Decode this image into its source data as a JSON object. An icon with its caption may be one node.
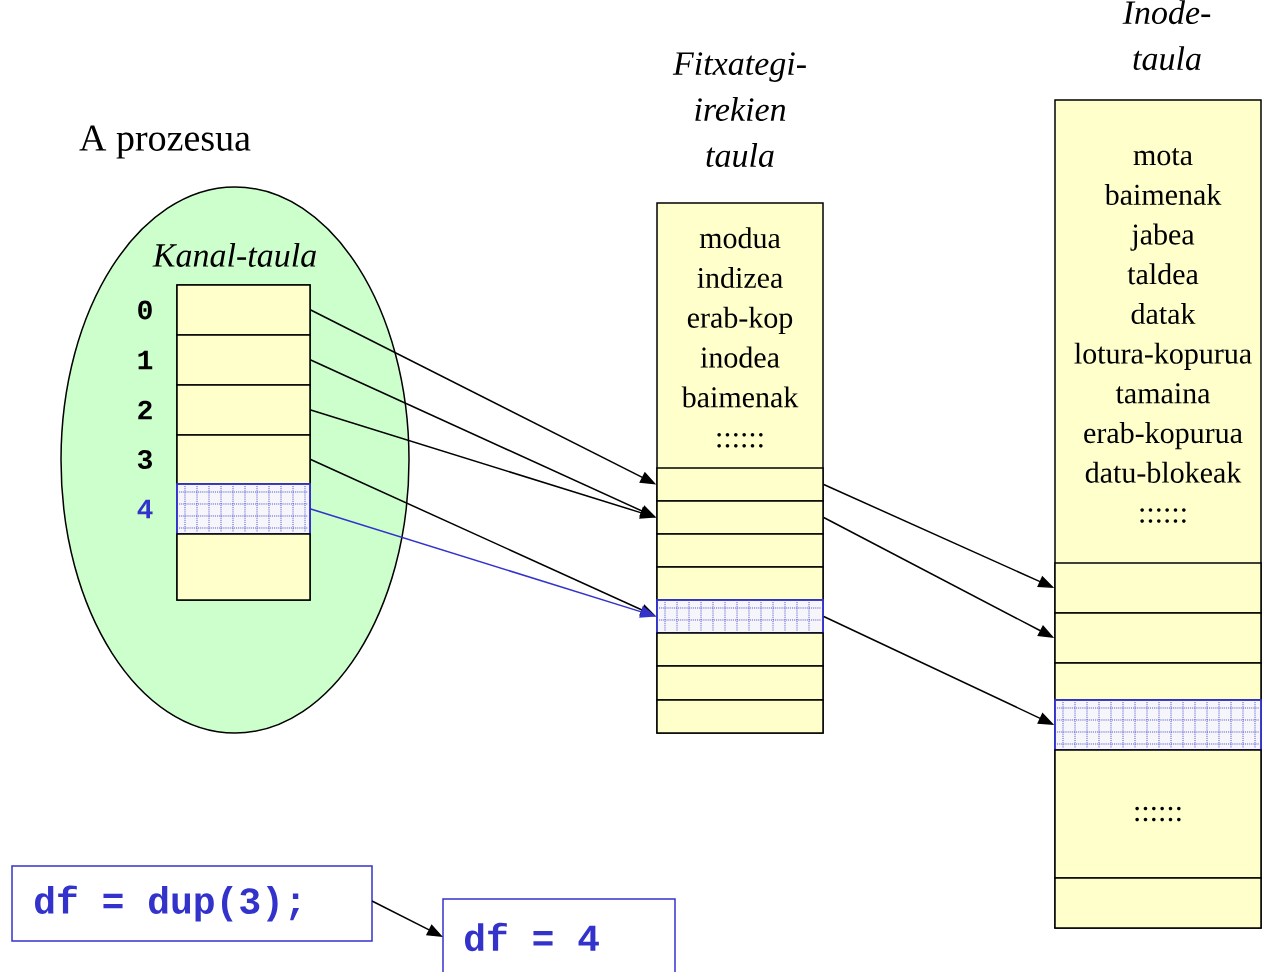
{
  "diagram": {
    "nodes": [
      {
        "text": [
          "A prozesua"
        ]
      },
      {
        "text": [
          "Kanal-taula"
        ],
        "in": 0
      },
      {
        "text": [],
        "shape": "box",
        "in": 1,
        "beside": [
          "0"
        ]
      },
      {
        "text": [],
        "shape": "box",
        "in": 1,
        "beside": [
          "1"
        ]
      },
      {
        "text": [],
        "shape": "box",
        "in": 1,
        "beside": [
          "2"
        ]
      },
      {
        "text": [],
        "shape": "box",
        "in": 1,
        "beside": [
          "3"
        ]
      },
      {
        "text": [],
        "shape": "box",
        "in": 1,
        "beside": [
          "4"
        ]
      },
      {
        "text": [],
        "shape": "box",
        "in": 1
      },
      {
        "text": [
          "Fitxategi- irekien taula",
          "modua",
          "indizea",
          "erab-kop",
          "inodea",
          "baimenak",
          "::::::"
        ]
      },
      {
        "text": [],
        "shape": "box",
        "in": 8
      },
      {
        "text": [],
        "shape": "box",
        "in": 8
      },
      {
        "text": [],
        "shape": "box",
        "in": 8
      },
      {
        "text": [],
        "shape": "box",
        "in": 8
      },
      {
        "text": [],
        "shape": "box",
        "in": 8
      },
      {
        "text": [],
        "shape": "box",
        "in": 8
      },
      {
        "text": [],
        "shape": "box",
        "in": 8
      },
      {
        "text": [],
        "shape": "box",
        "in": 8
      },
      {
        "text": [
          "Inode- taula",
          "mota",
          "baimenak",
          "jabea",
          "taldea",
          "datak",
          "lotura-kopurua",
          "tamaina",
          "erab-kopurua",
          "datu-blokeak",
          "::::::"
        ]
      },
      {
        "text": [],
        "shape": "box",
        "in": 17
      },
      {
        "text": [],
        "shape": "box",
        "in": 17
      },
      {
        "text": [],
        "shape": "box",
        "in": 17
      },
      {
        "text": [],
        "shape": "box",
        "in": 17
      },
      {
        "text": [
          "::::::"
        ],
        "in": 17
      },
      {
        "text": [],
        "shape": "box",
        "in": 17
      },
      {
        "text": [
          "df = dup(3);"
        ]
      },
      {
        "text": [
          "df = 4"
        ]
      }
    ],
    "edges": [
      {
        "from": 2,
        "to": 9,
        "arrow": "to"
      },
      {
        "from": 3,
        "to": 10,
        "arrow": "to"
      },
      {
        "from": 4,
        "to": 10,
        "arrow": "to"
      },
      {
        "from": 5,
        "to": 13,
        "arrow": "to"
      },
      {
        "from": 6,
        "to": 13,
        "arrow": "to",
        "color": "#3333cc"
      },
      {
        "from": 9,
        "to": 18,
        "arrow": "to"
      },
      {
        "from": 10,
        "to": 19,
        "arrow": "to"
      },
      {
        "from": 13,
        "to": 21,
        "arrow": "to"
      },
      {
        "from": 24,
        "to": 25,
        "arrow": "to"
      }
    ]
  }
}
